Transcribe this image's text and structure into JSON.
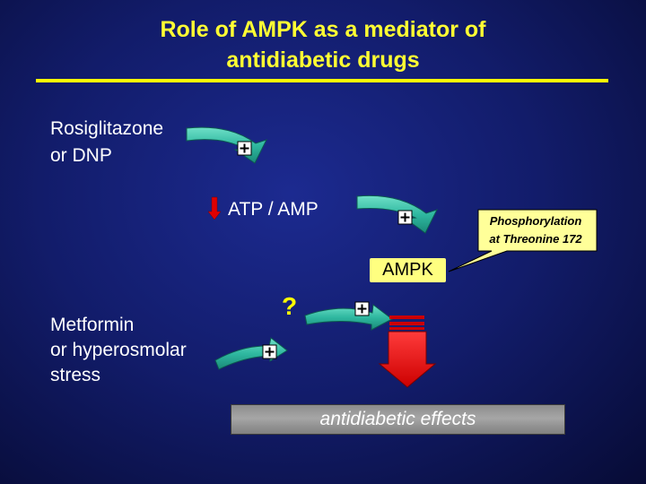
{
  "title": {
    "line1": "Role of AMPK as a mediator of",
    "line2": "antidiabetic drugs"
  },
  "labels": {
    "rosiglitazone_line1": "Rosiglitazone",
    "rosiglitazone_line2": "or DNP",
    "atp_amp": "ATP / AMP",
    "ampk": "AMPK",
    "question": "?",
    "metformin_line1": "Metformin",
    "metformin_line2": "or hyperosmolar",
    "metformin_line3": "stress",
    "callout_line1": "Phosphorylation",
    "callout_line2": "at Threonine 172",
    "effects": "antidiabetic effects"
  },
  "colors": {
    "title": "#ffff33",
    "arrow": "#2fb8a0",
    "ampk_box": "#ffff80",
    "callout": "#ffff99",
    "down_arrow": "#ff0000",
    "effects_box": "#a0a0a0"
  }
}
